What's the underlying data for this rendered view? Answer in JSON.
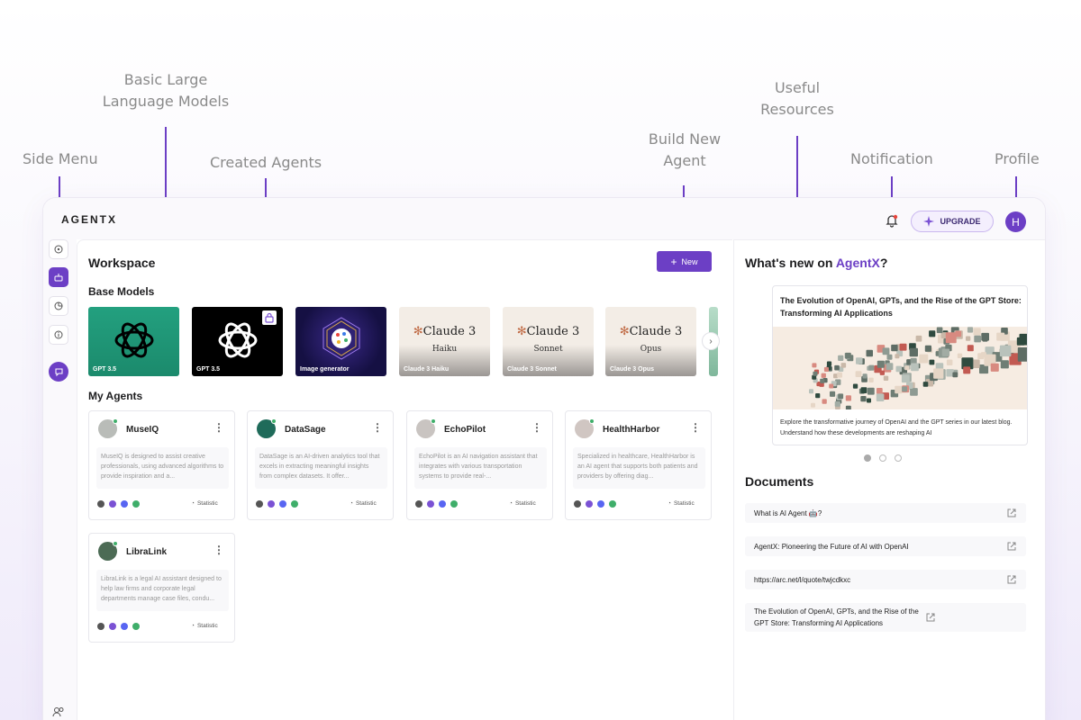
{
  "callouts": {
    "side_menu": "Side Menu",
    "base_models_1": "Basic Large",
    "base_models_2": "Language Models",
    "created_agents": "Created Agents",
    "build_new_1": "Build New",
    "build_new_2": "Agent",
    "resources_1": "Useful",
    "resources_2": "Resources",
    "notification": "Notification",
    "profile": "Profile"
  },
  "topbar": {
    "logo": "AGENTX",
    "upgrade_label": "UPGRADE",
    "avatar_initial": "H"
  },
  "workspace": {
    "title": "Workspace",
    "new_label": "New",
    "base_models_title": "Base Models",
    "my_agents_title": "My Agents",
    "models": [
      {
        "label": "GPT 3.5"
      },
      {
        "label": "GPT 3.5"
      },
      {
        "label": "Image generator"
      },
      {
        "label": "Claude 3 Haiku",
        "brand": "Claude 3",
        "variant": "Haiku"
      },
      {
        "label": "Claude 3 Sonnet",
        "brand": "Claude 3",
        "variant": "Sonnet"
      },
      {
        "label": "Claude 3 Opus",
        "brand": "Claude 3",
        "variant": "Opus"
      }
    ],
    "agents": [
      {
        "name": "MuseIQ",
        "desc": "MuseIQ is designed to assist creative professionals, using advanced algorithms to provide inspiration and a...",
        "stat": "Statistic"
      },
      {
        "name": "DataSage",
        "desc": "DataSage is an AI-driven analytics tool that excels in extracting meaningful insights from complex datasets. It offer...",
        "stat": "Statistic"
      },
      {
        "name": "EchoPilot",
        "desc": "EchoPilot is an AI navigation assistant that integrates with various transportation systems to provide real-...",
        "stat": "Statistic"
      },
      {
        "name": "HealthHarbor",
        "desc": "Specialized in healthcare, HealthHarbor is an AI agent that supports both patients and providers by offering diag...",
        "stat": "Statistic"
      },
      {
        "name": "LibraLink",
        "desc": "LibraLink is a legal AI assistant designed to help law firms and corporate legal departments manage case files, condu...",
        "stat": "Statistic"
      }
    ]
  },
  "right": {
    "whats_new_prefix": "What's new on ",
    "whats_new_brand": "AgentX",
    "whats_new_suffix": "?",
    "news": {
      "title": "The Evolution of OpenAI, GPTs, and the Rise of the GPT Store: Transforming AI Applications",
      "desc": "Explore the transformative journey of OpenAI and the GPT series in our latest blog. Understand how these developments are reshaping AI"
    },
    "documents_title": "Documents",
    "documents": [
      "What is AI Agent 🤖?",
      "AgentX: Pioneering the Future of AI with OpenAI",
      "https://arc.net/l/quote/twjcdkxc",
      "The Evolution of OpenAI, GPTs, and the Rise of the GPT Store: Transforming AI Applications"
    ]
  },
  "colors": {
    "accent": "#6c3fc5",
    "online": "#3fae6a"
  }
}
